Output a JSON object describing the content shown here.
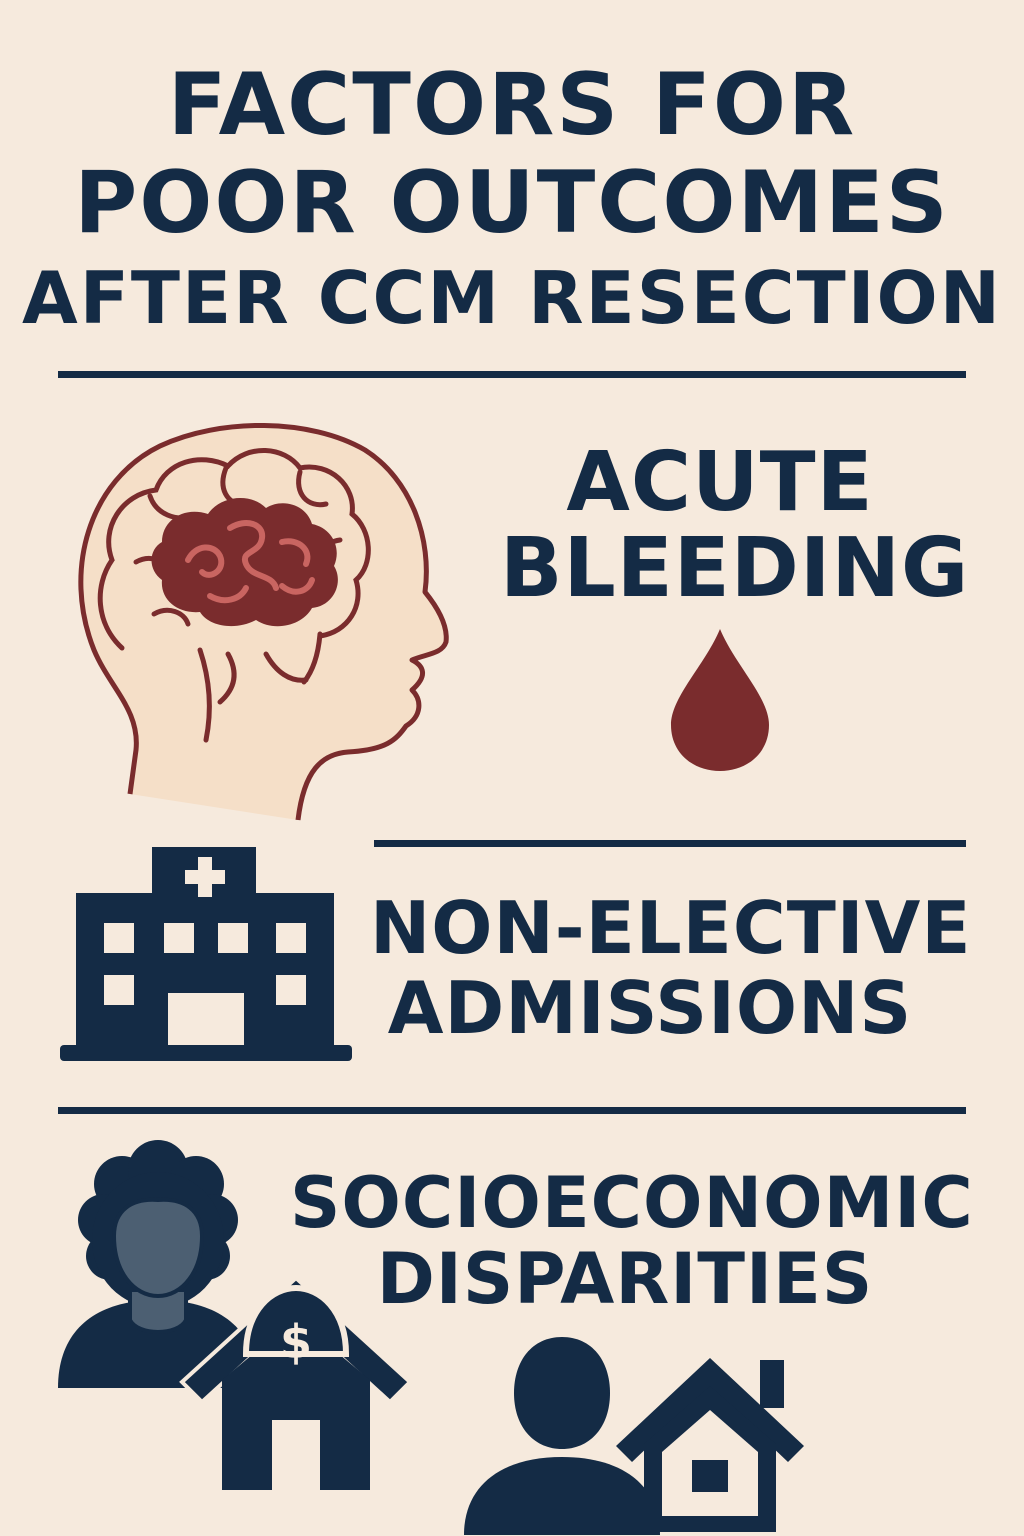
{
  "title": {
    "line1": "FACTORS FOR",
    "line2": "POOR OUTCOMES",
    "line3": "AFTER CCM RESECTION"
  },
  "factors": [
    {
      "line1": "ACUTE",
      "line2": "BLEEDING",
      "icons": [
        "head-with-brain-icon",
        "blood-drop-icon"
      ]
    },
    {
      "line1": "NON-ELECTIVE",
      "line2": "ADMISSIONS",
      "icons": [
        "hospital-icon"
      ]
    },
    {
      "line1": "SOCIOECONOMIC",
      "line2": "DISPARITIES",
      "icons": [
        "person-icon",
        "house-dollar-icon",
        "person-icon",
        "house-icon"
      ]
    }
  ],
  "dollar_symbol": "$",
  "colors": {
    "background": "#f6eadd",
    "navy": "#142b45",
    "maroon": "#7a2c2d",
    "head_fill": "#f5dfc8",
    "slate": "#4c5f72",
    "coral": "#c96561"
  }
}
